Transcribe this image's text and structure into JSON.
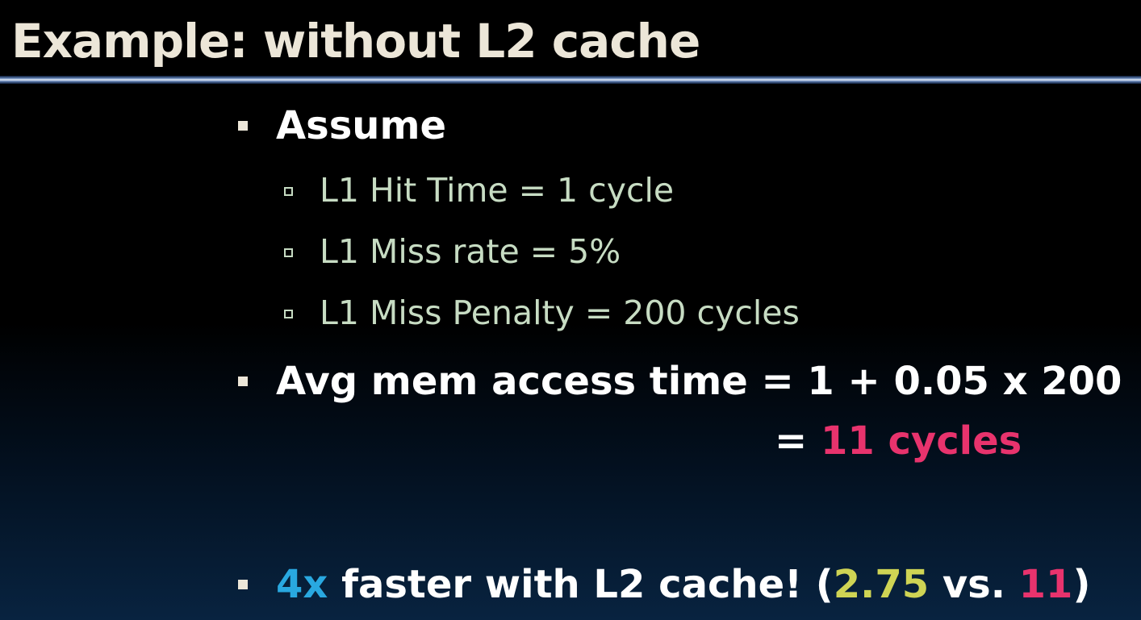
{
  "slide": {
    "title": "Example: without L2 cache",
    "assume_label": "Assume",
    "sub_items": [
      "L1 Hit Time = 1 cycle",
      "L1 Miss rate = 5%",
      "L1 Miss Penalty = 200 cycles"
    ],
    "formula": {
      "line1": "Avg mem access time = 1 + 0.05 x 200",
      "line2_prefix": "= ",
      "line2_result": "11 cycles"
    },
    "conclusion": {
      "speedup": "4x",
      "text1": " faster with L2 cache! (",
      "value_l2": "2.75",
      "text2": " vs. ",
      "value_no_l2": "11",
      "text3": ")"
    },
    "colors": {
      "title": "#ece6d8",
      "sub_text": "#c7dcc3",
      "highlight_pink": "#e8336d",
      "highlight_cyan": "#29a8e0",
      "highlight_yellow": "#cfd454"
    }
  }
}
